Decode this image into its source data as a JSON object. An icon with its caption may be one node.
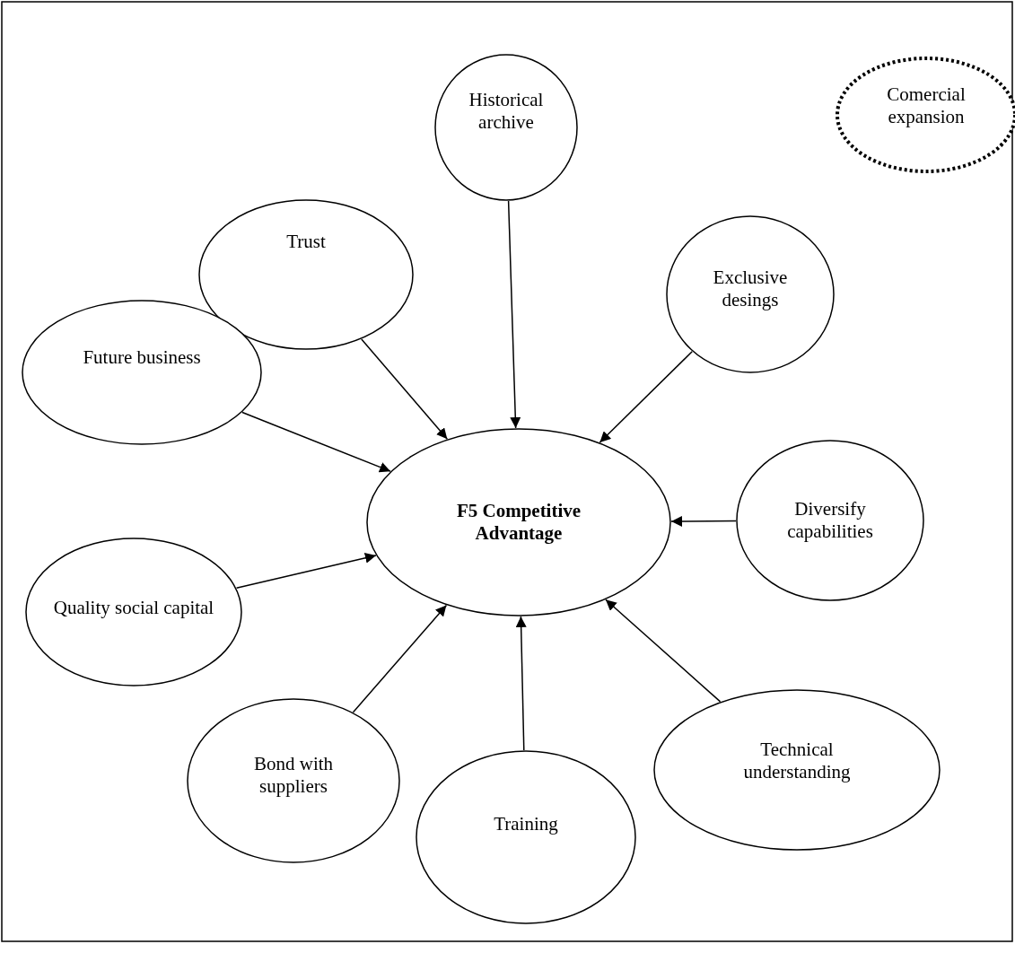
{
  "diagram": {
    "nodes": [
      {
        "text": [
          "Comercial expansion"
        ]
      },
      {
        "text": [
          "Historical archive"
        ]
      },
      {
        "text": [
          "Trust"
        ]
      },
      {
        "text": [
          "Exclusive desings"
        ]
      },
      {
        "text": [
          "Future business"
        ]
      },
      {
        "text": [
          "F5 Competitive Advantage"
        ]
      },
      {
        "text": [
          "Diversify capabilities"
        ]
      },
      {
        "text": [
          "Quality social capital"
        ]
      },
      {
        "text": [
          "Technical understanding"
        ]
      },
      {
        "text": [
          "Bond with suppliers"
        ]
      },
      {
        "text": [
          "Training"
        ]
      }
    ],
    "edges": [
      {
        "from": 1,
        "to": 5,
        "arrow": "to"
      },
      {
        "from": 2,
        "to": 5,
        "arrow": "to"
      },
      {
        "from": 3,
        "to": 5,
        "arrow": "to"
      },
      {
        "from": 4,
        "to": 5,
        "arrow": "to"
      },
      {
        "from": 6,
        "to": 5,
        "arrow": "to"
      },
      {
        "from": 7,
        "to": 5,
        "arrow": "to"
      },
      {
        "from": 8,
        "to": 5,
        "arrow": "to"
      },
      {
        "from": 9,
        "to": 5,
        "arrow": "to"
      },
      {
        "from": 10,
        "to": 5,
        "arrow": "to"
      }
    ]
  }
}
